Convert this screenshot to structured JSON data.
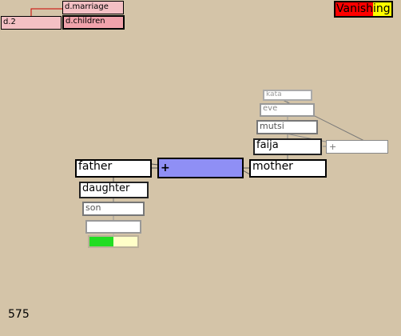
{
  "status_top_left": {
    "top_right_label": "d.marriage",
    "bottom_left_label": "d.2",
    "bottom_right_label": "d.children"
  },
  "vanishing_button": {
    "part_red": "Vanish",
    "part_yellow": "ing"
  },
  "tree": {
    "hub_label": "+",
    "father": "father",
    "mother": "mother",
    "children": [
      "daughter",
      "son",
      ""
    ],
    "maternal_line": [
      "faija",
      "mutsi",
      "eve",
      "kata"
    ],
    "small_plus_label": "+"
  },
  "progress": {
    "fraction": 0.5,
    "fill_color": "#22dd22",
    "track_color": "#ffffc8"
  },
  "colors": {
    "background": "#d4c4a8",
    "hub": "#8f8ff5",
    "pink": "#f4c0c4",
    "vanish_red": "#ff0000",
    "vanish_yellow": "#ffff00"
  },
  "counter_value": "575"
}
